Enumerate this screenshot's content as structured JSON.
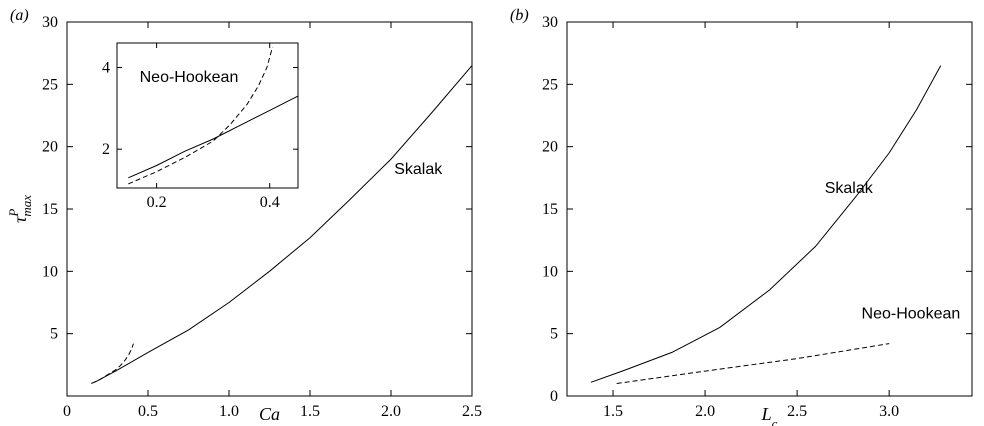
{
  "chart_data": [
    {
      "type": "line",
      "panel_label": "(a)",
      "xlabel": "Ca",
      "ylabel": "τ^P_max",
      "xlim": [
        0,
        2.5
      ],
      "ylim": [
        0,
        30
      ],
      "xticks": [
        0,
        0.5,
        1.0,
        1.5,
        2.0,
        2.5
      ],
      "xtick_labels": [
        "0",
        "0.5",
        "1.0",
        "1.5",
        "2.0",
        "2.5"
      ],
      "yticks": [
        5,
        10,
        15,
        20,
        25,
        30
      ],
      "ytick_labels": [
        "5",
        "10",
        "15",
        "20",
        "25",
        "30"
      ],
      "annotations": [
        {
          "text": "Skalak",
          "x": 2.02,
          "y": 17.8
        }
      ],
      "series": [
        {
          "name": "Skalak",
          "dash": "solid",
          "x": [
            0.17,
            0.3,
            0.5,
            0.75,
            1.0,
            1.25,
            1.5,
            1.75,
            2.0,
            2.25,
            2.5
          ],
          "y": [
            1.1,
            2.0,
            3.5,
            5.3,
            7.5,
            10.0,
            12.7,
            15.8,
            19.0,
            22.7,
            26.5
          ]
        },
        {
          "name": "Neo-Hookean",
          "dash": "dashed",
          "x": [
            0.15,
            0.2,
            0.25,
            0.3,
            0.33,
            0.36,
            0.38,
            0.4,
            0.41
          ],
          "y": [
            1.0,
            1.3,
            1.7,
            2.1,
            2.45,
            2.9,
            3.3,
            3.8,
            4.2
          ]
        }
      ],
      "inset": {
        "xlim": [
          0.13,
          0.45
        ],
        "ylim": [
          1.05,
          4.6
        ],
        "xticks": [
          0.2,
          0.4
        ],
        "xtick_labels": [
          "0.2",
          "0.4"
        ],
        "yticks": [
          2,
          4
        ],
        "ytick_labels": [
          "2",
          "4"
        ],
        "annotations": [
          {
            "text": "Neo-Hookean",
            "x": 0.17,
            "y": 3.65
          }
        ],
        "series": [
          {
            "name": "Skalak",
            "dash": "solid",
            "x": [
              0.15,
              0.2,
              0.25,
              0.3,
              0.35,
              0.4,
              0.45
            ],
            "y": [
              1.3,
              1.6,
              1.95,
              2.25,
              2.6,
              2.95,
              3.3
            ]
          },
          {
            "name": "Neo-Hookean",
            "dash": "dashed",
            "x": [
              0.15,
              0.2,
              0.25,
              0.3,
              0.33,
              0.36,
              0.38,
              0.395,
              0.405
            ],
            "y": [
              1.15,
              1.45,
              1.8,
              2.2,
              2.6,
              3.1,
              3.55,
              4.0,
              4.5
            ]
          }
        ]
      }
    },
    {
      "type": "line",
      "panel_label": "(b)",
      "xlabel": "L_c",
      "ylabel": "",
      "xlim": [
        1.25,
        3.45
      ],
      "ylim": [
        0,
        30
      ],
      "xticks": [
        1.5,
        2.0,
        2.5,
        3.0
      ],
      "xtick_labels": [
        "1.5",
        "2.0",
        "2.5",
        "3.0"
      ],
      "yticks": [
        0,
        5,
        10,
        15,
        20,
        25,
        30
      ],
      "ytick_labels": [
        "0",
        "5",
        "10",
        "15",
        "20",
        "25",
        "30"
      ],
      "annotations": [
        {
          "text": "Skalak",
          "x": 2.65,
          "y": 16.3
        },
        {
          "text": "Neo-Hookean",
          "x": 2.85,
          "y": 6.2
        }
      ],
      "series": [
        {
          "name": "Skalak",
          "dash": "solid",
          "x": [
            1.38,
            1.55,
            1.82,
            2.08,
            2.35,
            2.6,
            2.82,
            3.0,
            3.15,
            3.28
          ],
          "y": [
            1.1,
            2.0,
            3.5,
            5.5,
            8.5,
            12.0,
            16.0,
            19.5,
            23.0,
            26.5
          ]
        },
        {
          "name": "Neo-Hookean",
          "dash": "dashed",
          "x": [
            1.52,
            2.0,
            2.5,
            3.0
          ],
          "y": [
            1.0,
            2.0,
            3.0,
            4.2
          ]
        }
      ]
    }
  ]
}
